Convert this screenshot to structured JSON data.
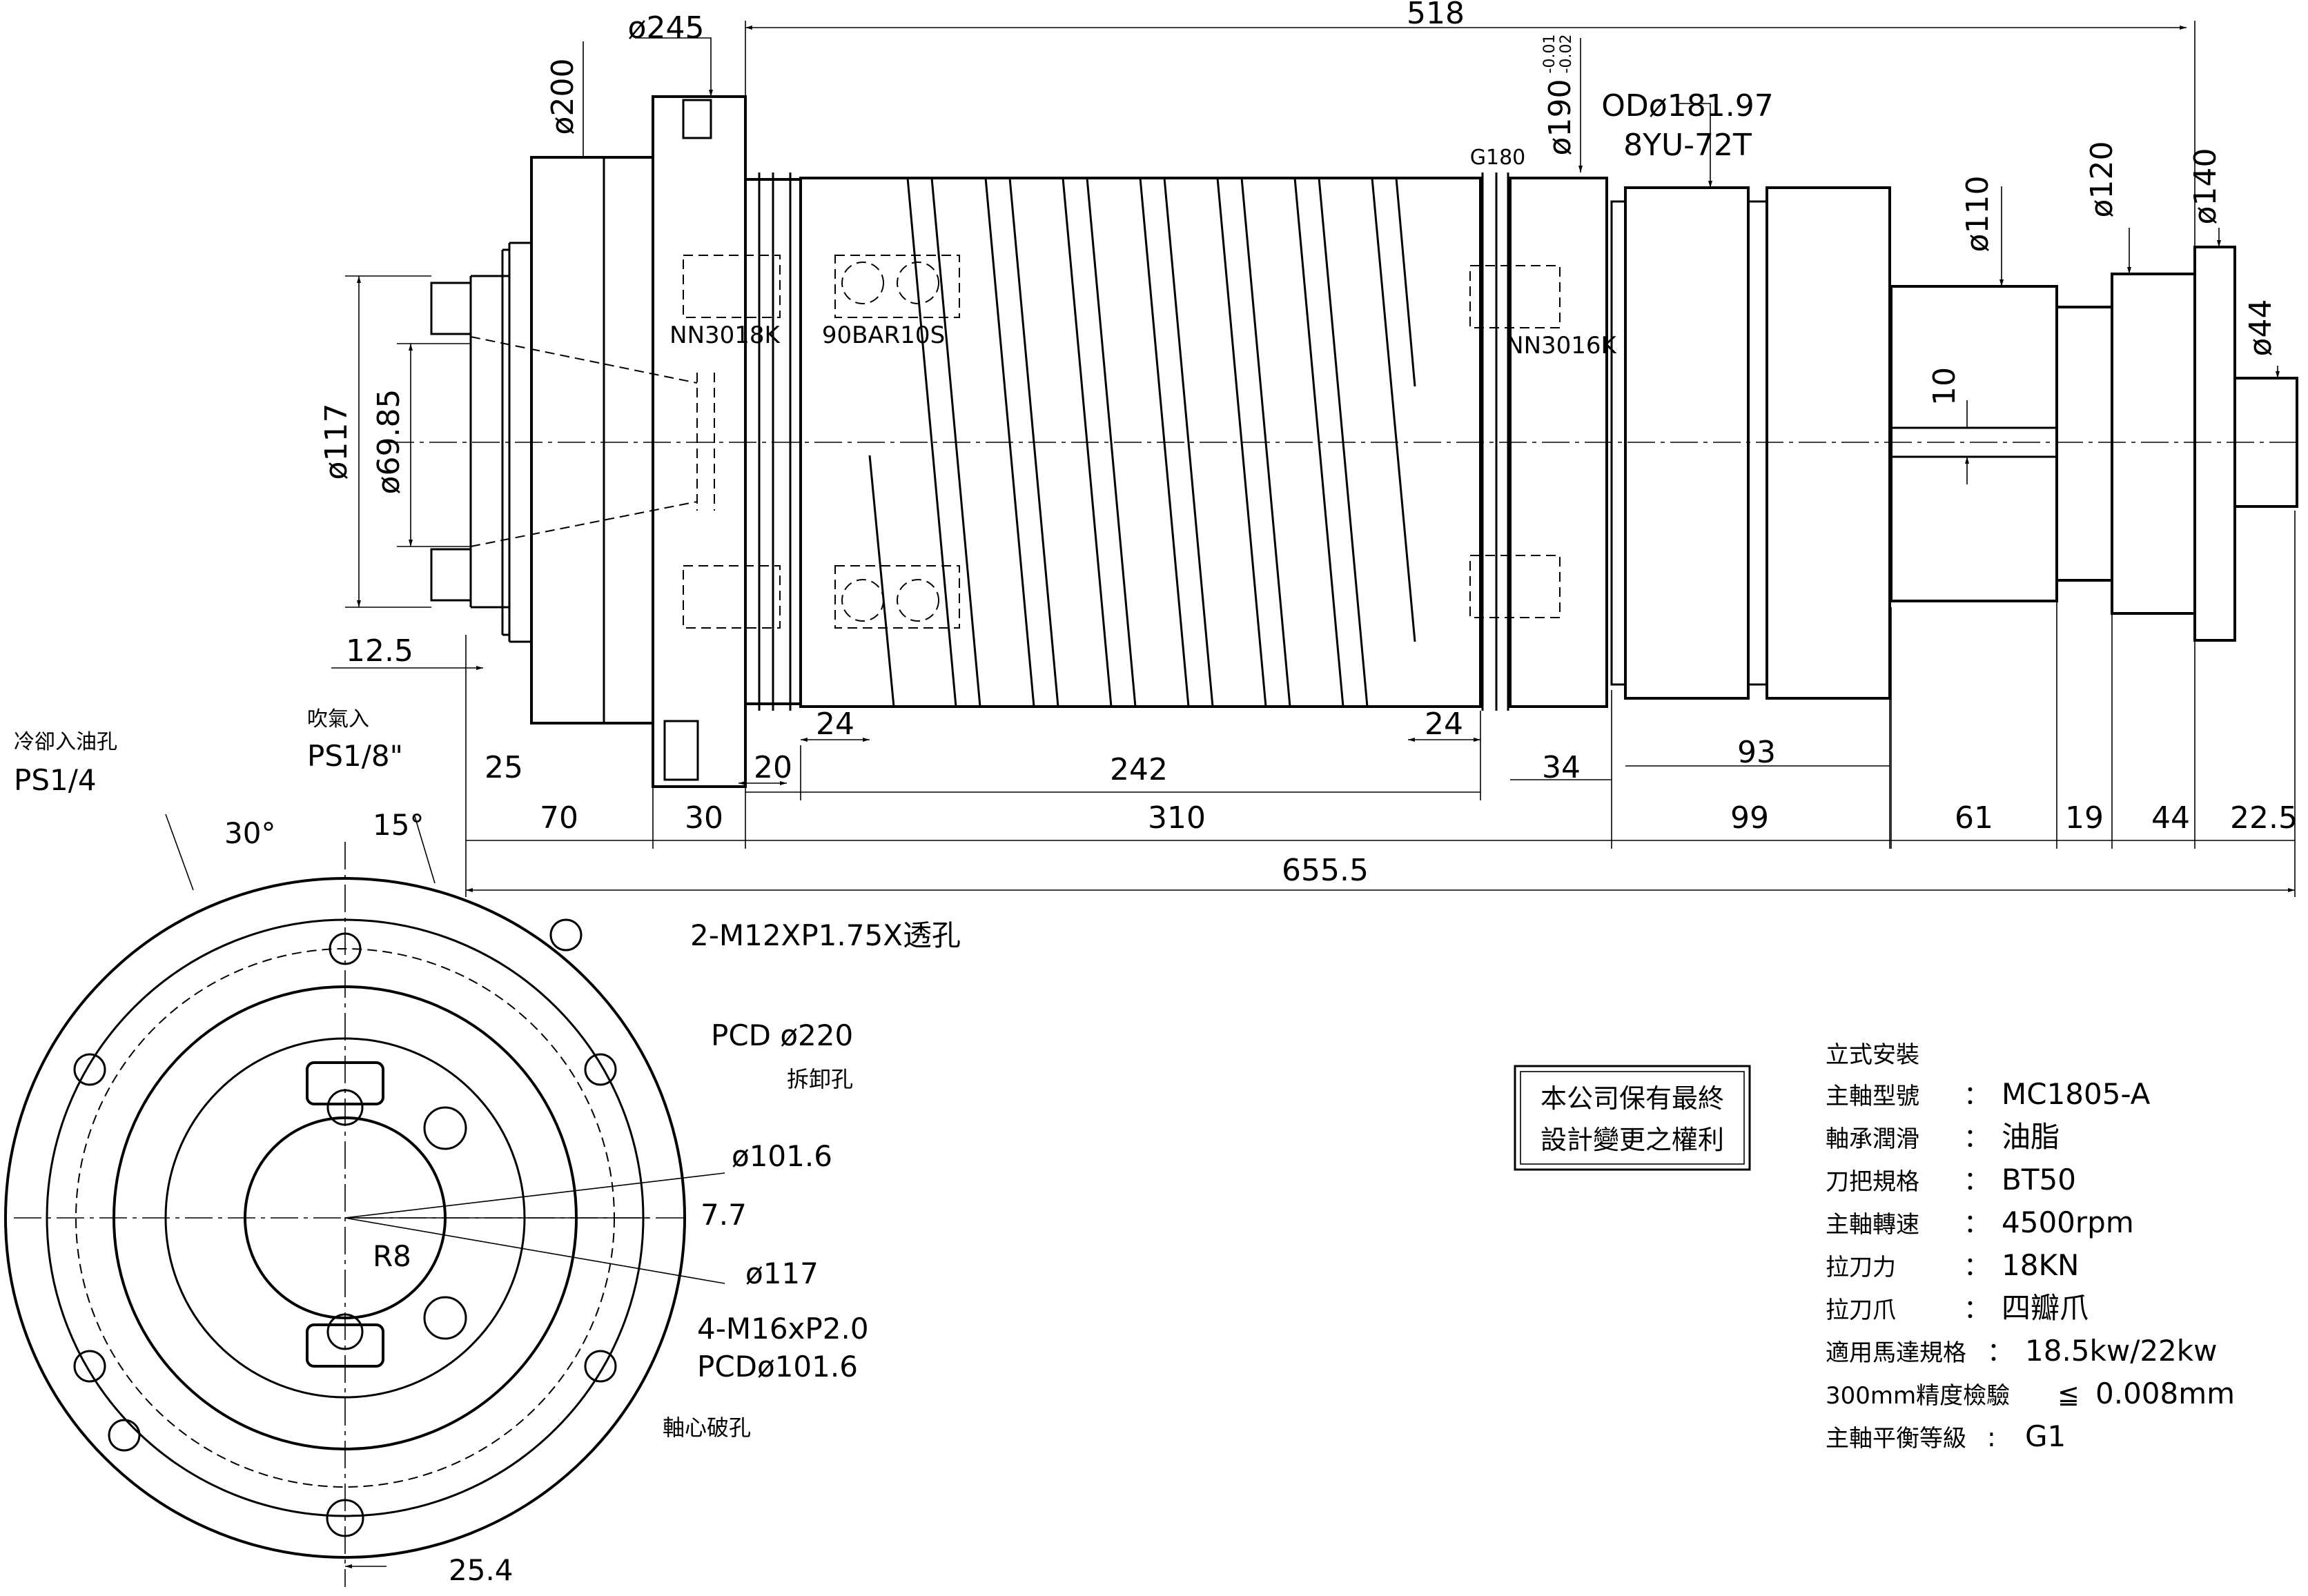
{
  "side_view": {
    "overall_length": "518",
    "total_length": "655.5",
    "dia_245": "ø245",
    "dia_200": "ø200",
    "dia_190": "ø190",
    "dia_190_tol_upper": "-0.01",
    "dia_190_tol_lower": "-0.02",
    "g180": "G180",
    "od_belt": "ODø181.97",
    "belt": "8YU-72T",
    "dia_120": "ø120",
    "dia_140": "ø140",
    "dia_110": "ø110",
    "dia_44": "ø44",
    "key_10": "10",
    "dia_117": "ø117",
    "dia_69_85": "ø69.85",
    "dim_12_5": "12.5",
    "dim_25": "25",
    "dim_20": "20",
    "dim_24_left": "24",
    "dim_24_right": "24",
    "dim_242": "242",
    "dim_34": "34",
    "dim_93": "93",
    "dim_70": "70",
    "dim_30": "30",
    "dim_310": "310",
    "dim_99": "99",
    "dim_61": "61",
    "dim_19": "19",
    "dim_44": "44",
    "dim_22_5": "22.5",
    "bearing_front": "NN3018K",
    "bearing_mid": "90BAR10S",
    "bearing_rear": "NN3016K"
  },
  "front_view": {
    "coolant_in": "冷卻入油孔",
    "coolant_thread": "PS1/4",
    "air_in": "吹氣入",
    "air_thread": "PS1/8\"",
    "angle_30": "30°",
    "angle_15": "15°",
    "thread_hole": "2-M12XP1.75X透孔",
    "pcd_220": "PCD  ø220",
    "removal_hole": "拆卸孔",
    "dia_101_6": "ø101.6",
    "dim_7_7": "7.7",
    "dia_117": "ø117",
    "r8": "R8",
    "m16": "4-M16xP2.0",
    "pcd_101_6": "PCDø101.6",
    "shaft_hole": "軸心破孔",
    "dim_25_4": "25.4"
  },
  "notice": {
    "line1": "本公司保有最終",
    "line2": "設計變更之權利"
  },
  "specs": {
    "title": "立式安裝",
    "rows": [
      {
        "label": "主軸型號",
        "sep": "：",
        "value": "MC1805-A"
      },
      {
        "label": "軸承潤滑",
        "sep": "：",
        "value": "油脂"
      },
      {
        "label": "刀把規格",
        "sep": "：",
        "value": "BT50"
      },
      {
        "label": "主軸轉速",
        "sep": "：",
        "value": "4500rpm"
      },
      {
        "label": "拉刀力",
        "sep": "：",
        "value": "18KN"
      },
      {
        "label": "拉刀爪",
        "sep": "：",
        "value": "四瓣爪"
      },
      {
        "label": "適用馬達規格",
        "sep": "：",
        "value": "18.5kw/22kw"
      },
      {
        "label": "300mm精度檢驗",
        "sep": "≦",
        "value": "0.008mm"
      },
      {
        "label": "主軸平衡等級",
        "sep": ":",
        "value": "G1"
      }
    ]
  }
}
